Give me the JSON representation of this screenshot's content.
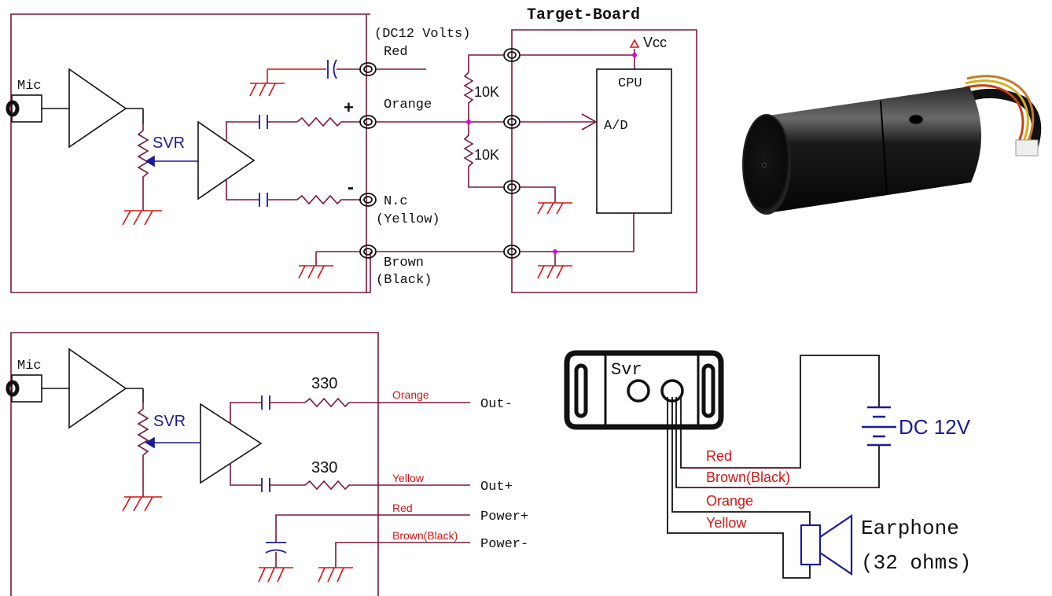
{
  "colors": {
    "wire": "#7a1838",
    "ground": "#d41414",
    "component": "#1a1a9a",
    "junction": "#e000e0",
    "black": "#111111"
  },
  "top": {
    "target_board_title": "Target-Board",
    "mic_label": "Mic",
    "svr_label": "SVR",
    "dc12_label": "(DC12 Volts)",
    "red_label": "Red",
    "orange_label": "Orange",
    "plus_label": "+",
    "minus_label": "-",
    "nc_label": "N.c",
    "yellow_label": "(Yellow)",
    "brown_label": "Brown",
    "black_label": "(Black)",
    "r1_label": "10K",
    "r2_label": "10K",
    "vcc_label": "Vcc",
    "cpu_label": "CPU",
    "ad_label": "A/D"
  },
  "photo": {
    "icon": "microphone-module-photo"
  },
  "bottom": {
    "mic_label": "Mic",
    "svr_label": "SVR",
    "r1_label": "330",
    "r2_label": "330",
    "orange_label": "Orange",
    "yellow_label": "Yellow",
    "red_label": "Red",
    "brown_label": "Brown(Black)",
    "out_minus": "Out-",
    "out_plus": "Out+",
    "power_plus": "Power+",
    "power_minus": "Power-"
  },
  "wiring": {
    "svr_label": "Svr",
    "battery_label": "DC 12V",
    "red_label": "Red",
    "brown_label": "Brown(Black)",
    "orange_label": "Orange",
    "yellow_label": "Yellow",
    "earphone_label": "Earphone",
    "ohms_label": "(32 ohms)"
  }
}
